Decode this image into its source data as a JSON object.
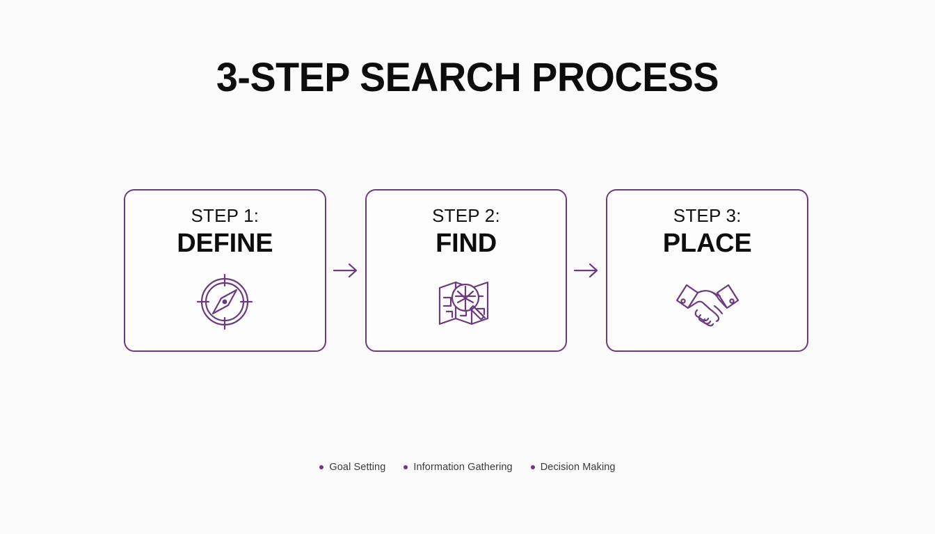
{
  "slide": {
    "title": "3-STEP SEARCH PROCESS",
    "background_color": "#fcfbfc",
    "accent_color": "#6b3a7e",
    "text_color": "#0d0d0d"
  },
  "steps": [
    {
      "label": "STEP 1:",
      "name": "DEFINE",
      "icon": "compass-icon"
    },
    {
      "label": "STEP 2:",
      "name": "FIND",
      "icon": "map-magnifier-icon"
    },
    {
      "label": "STEP 3:",
      "name": "PLACE",
      "icon": "handshake-icon"
    }
  ],
  "connectors": [
    {
      "icon": "arrow-right-icon"
    },
    {
      "icon": "arrow-right-icon"
    }
  ],
  "legend": [
    {
      "label": "Goal Setting",
      "color": "#6b3a7e"
    },
    {
      "label": "Information Gathering",
      "color": "#6b3a7e"
    },
    {
      "label": "Decision Making",
      "color": "#6b3a7e"
    }
  ]
}
